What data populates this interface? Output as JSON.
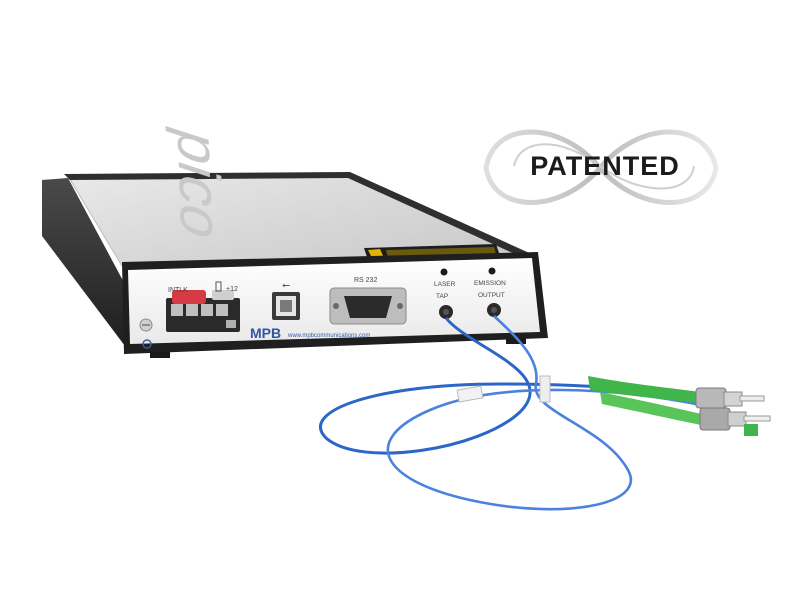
{
  "badge": {
    "text": "PATENTED"
  },
  "device": {
    "top_marking": "pico",
    "panel": {
      "interlock_label": "INTLK",
      "power_label": "+12",
      "usb_symbol": "⭠",
      "rs232_label": "RS 232",
      "laser_label": "LASER",
      "emission_label": "EMISSION",
      "tap_label": "TAP",
      "output_label": "OUTPUT",
      "brand": "MPB",
      "website": "www.mpbcommunications.com"
    }
  },
  "colors": {
    "chassis_dark": "#2b2b2b",
    "panel_face": "#f4f4f4",
    "fiber_blue": "#2b66c8",
    "connector_green": "#3fb54a",
    "red_plug": "#d53a45",
    "warning_label": "#e0b400"
  }
}
